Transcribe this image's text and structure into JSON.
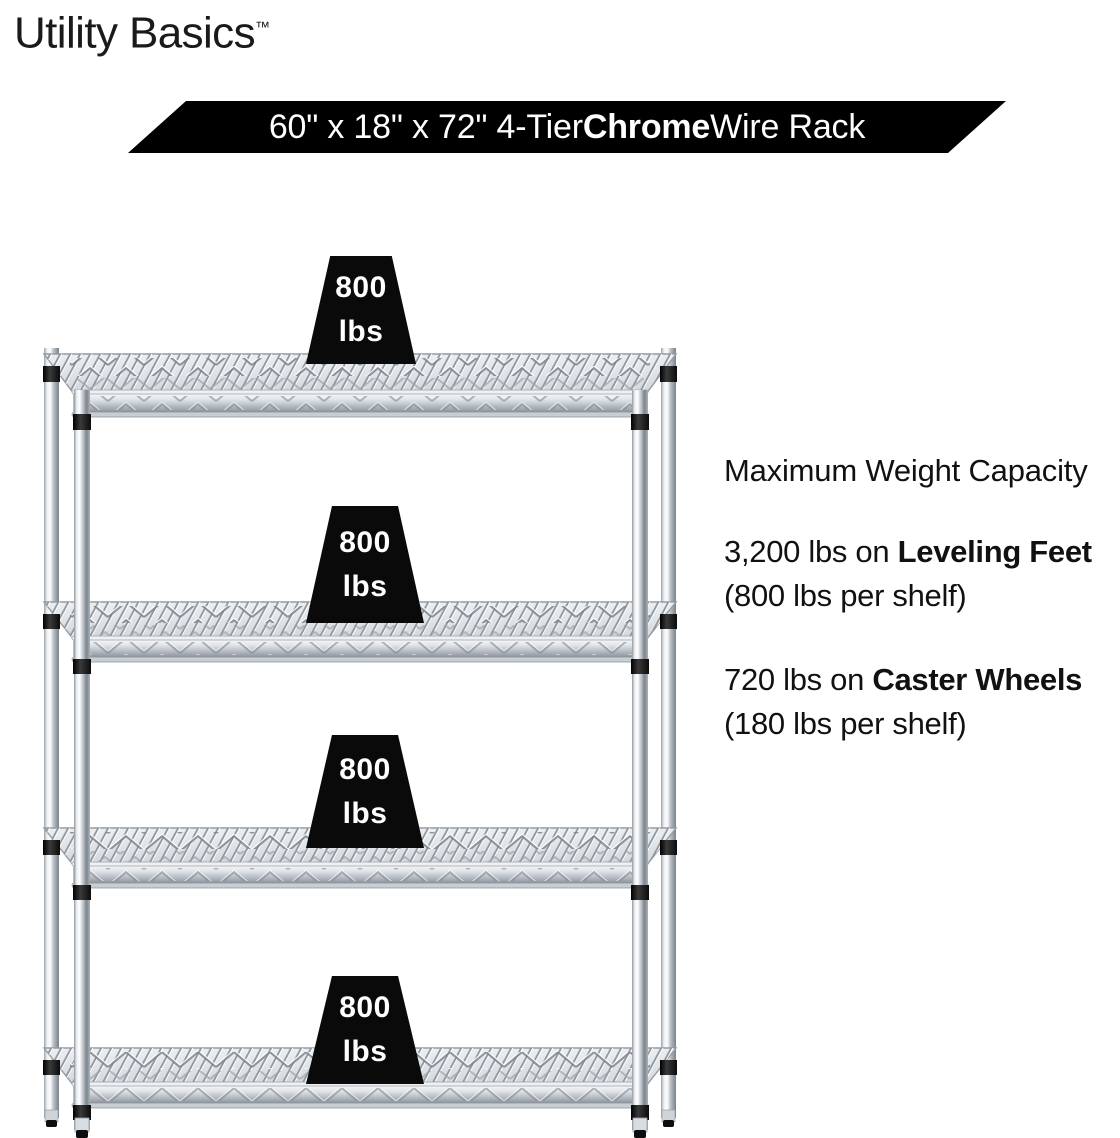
{
  "brand": {
    "name": "Utility Basics",
    "trademark": "™"
  },
  "banner": {
    "prefix": "60\" x 18\" x 72\" 4-Tier ",
    "emphasis": "Chrome",
    "suffix": " Wire Rack",
    "full_text": "60\" x 18\" x 72\" 4-Tier Chrome Wire Rack",
    "background_color": "#000000",
    "text_color": "#ffffff"
  },
  "product": {
    "type": "4-tier chrome wire shelving rack",
    "shelf_count": 4,
    "finish": "chrome",
    "dimensions": "60\" x 18\" x 72\""
  },
  "callouts": [
    {
      "id": "shelf-1",
      "value": "800",
      "unit": "lbs"
    },
    {
      "id": "shelf-2",
      "value": "800",
      "unit": "lbs"
    },
    {
      "id": "shelf-3",
      "value": "800",
      "unit": "lbs"
    },
    {
      "id": "shelf-4",
      "value": "800",
      "unit": "lbs"
    }
  ],
  "info": {
    "heading": "Maximum Weight Capacity",
    "leveling": {
      "lead": "3,200 lbs on ",
      "emphasis": "Leveling Feet",
      "tail": " (800 lbs per shelf)"
    },
    "caster": {
      "lead": "720 lbs on ",
      "emphasis": "Caster Wheels",
      "tail": " (180 lbs per shelf)"
    }
  },
  "colors": {
    "background": "#ffffff",
    "text": "#111111",
    "banner": "#000000",
    "callout": "#0a0a0a",
    "chrome_light": "#f2f4f6",
    "chrome_mid": "#b9bfc6",
    "chrome_dark": "#6d757d",
    "collar": "#141414"
  }
}
